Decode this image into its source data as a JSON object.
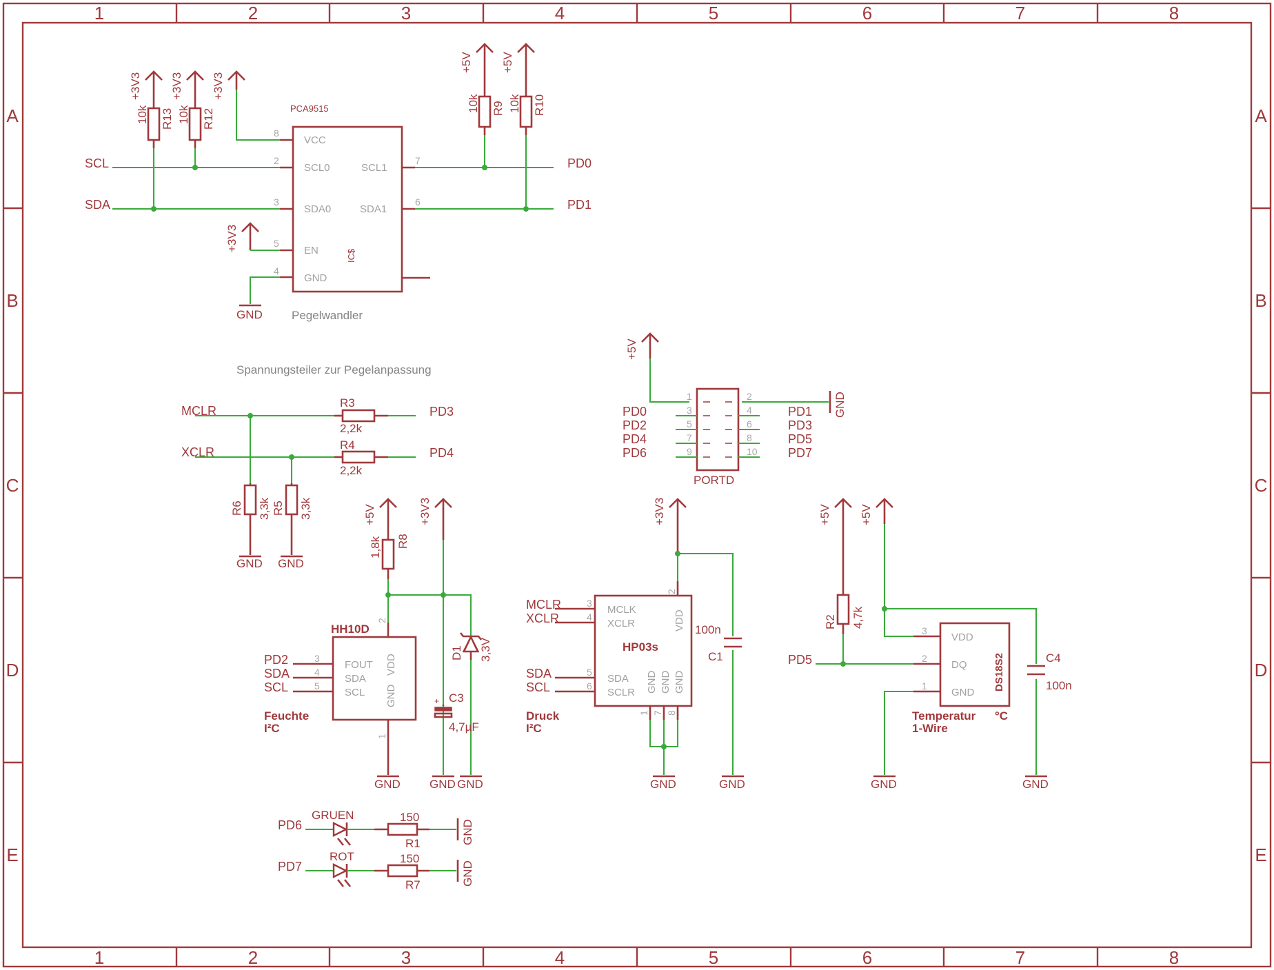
{
  "frame": {
    "columns": [
      "1",
      "2",
      "3",
      "4",
      "5",
      "6",
      "7",
      "8"
    ],
    "rows": [
      "A",
      "B",
      "C",
      "D",
      "E"
    ]
  },
  "nets": {
    "scl": "SCL",
    "sda": "SDA",
    "pd0": "PD0",
    "pd1": "PD1",
    "pd2": "PD2",
    "pd3": "PD3",
    "pd4": "PD4",
    "pd5": "PD5",
    "pd6": "PD6",
    "pd7": "PD7",
    "mclr": "MCLR",
    "xclr": "XCLR"
  },
  "power": {
    "p3v3": "+3V3",
    "p5v": "+5V",
    "gnd": "GND"
  },
  "level_shifter": {
    "part": "PCA9515",
    "name": "IC$",
    "caption": "Pegelwandler",
    "pins": [
      {
        "num": "8",
        "name": "VCC"
      },
      {
        "num": "2",
        "name": "SCL0"
      },
      {
        "num": "3",
        "name": "SDA0"
      },
      {
        "num": "5",
        "name": "EN"
      },
      {
        "num": "4",
        "name": "GND"
      },
      {
        "num": "7",
        "name": "SCL1"
      },
      {
        "num": "6",
        "name": "SDA1"
      }
    ],
    "resistors": [
      {
        "name": "R13",
        "value": "10k"
      },
      {
        "name": "R12",
        "value": "10k"
      },
      {
        "name": "R9",
        "value": "10k"
      },
      {
        "name": "R10",
        "value": "10k"
      }
    ]
  },
  "divider": {
    "caption": "Spannungsteiler zur Pegelanpassung",
    "resistors": [
      {
        "name": "R3",
        "value": "2,2k"
      },
      {
        "name": "R4",
        "value": "2,2k"
      },
      {
        "name": "R6",
        "value": "3,3k"
      },
      {
        "name": "R5",
        "value": "3,3k"
      }
    ]
  },
  "portd": {
    "name": "PORTD",
    "pins_left": [
      "1",
      "3",
      "5",
      "7",
      "9"
    ],
    "pins_right": [
      "2",
      "4",
      "6",
      "8",
      "10"
    ]
  },
  "hh10d": {
    "name": "HH10D",
    "caption_line1": "Feuchte",
    "caption_line2": "I²C",
    "pins": [
      {
        "num": "3",
        "name": "FOUT"
      },
      {
        "num": "4",
        "name": "SDA"
      },
      {
        "num": "5",
        "name": "SCL"
      },
      {
        "num": "2",
        "name": "VDD"
      },
      {
        "num": "1",
        "name": "GND"
      }
    ],
    "r8": {
      "name": "R8",
      "value": "1,8k"
    },
    "d1": {
      "name": "D1",
      "value": "3,3V"
    },
    "c3": {
      "name": "C3",
      "value": "4,7µF",
      "polarity": "+"
    }
  },
  "hp03s": {
    "name": "HP03s",
    "caption_line1": "Druck",
    "caption_line2": "I²C",
    "pins": [
      {
        "num": "3",
        "name": "MCLK"
      },
      {
        "num": "4",
        "name": "XCLR"
      },
      {
        "num": "5",
        "name": "SDA"
      },
      {
        "num": "6",
        "name": "SCLR"
      },
      {
        "num": "2",
        "name": "VDD"
      },
      {
        "num": "1",
        "name": "GND"
      },
      {
        "num": "7",
        "name": "GND"
      },
      {
        "num": "8",
        "name": "GND"
      }
    ],
    "c1": {
      "name": "C1",
      "value": "100n"
    }
  },
  "ds18s2": {
    "name": "DS18S2",
    "unit": "°C",
    "caption_line1": "Temperatur",
    "caption_line2": "1-Wire",
    "pins": [
      {
        "num": "3",
        "name": "VDD"
      },
      {
        "num": "2",
        "name": "DQ"
      },
      {
        "num": "1",
        "name": "GND"
      }
    ],
    "r2": {
      "name": "R2",
      "value": "4,7k"
    },
    "c4": {
      "name": "C4",
      "value": "100n"
    }
  },
  "leds": [
    {
      "color": "GRUEN",
      "resistor": "R1",
      "value": "150"
    },
    {
      "color": "ROT",
      "resistor": "R7",
      "value": "150"
    }
  ]
}
